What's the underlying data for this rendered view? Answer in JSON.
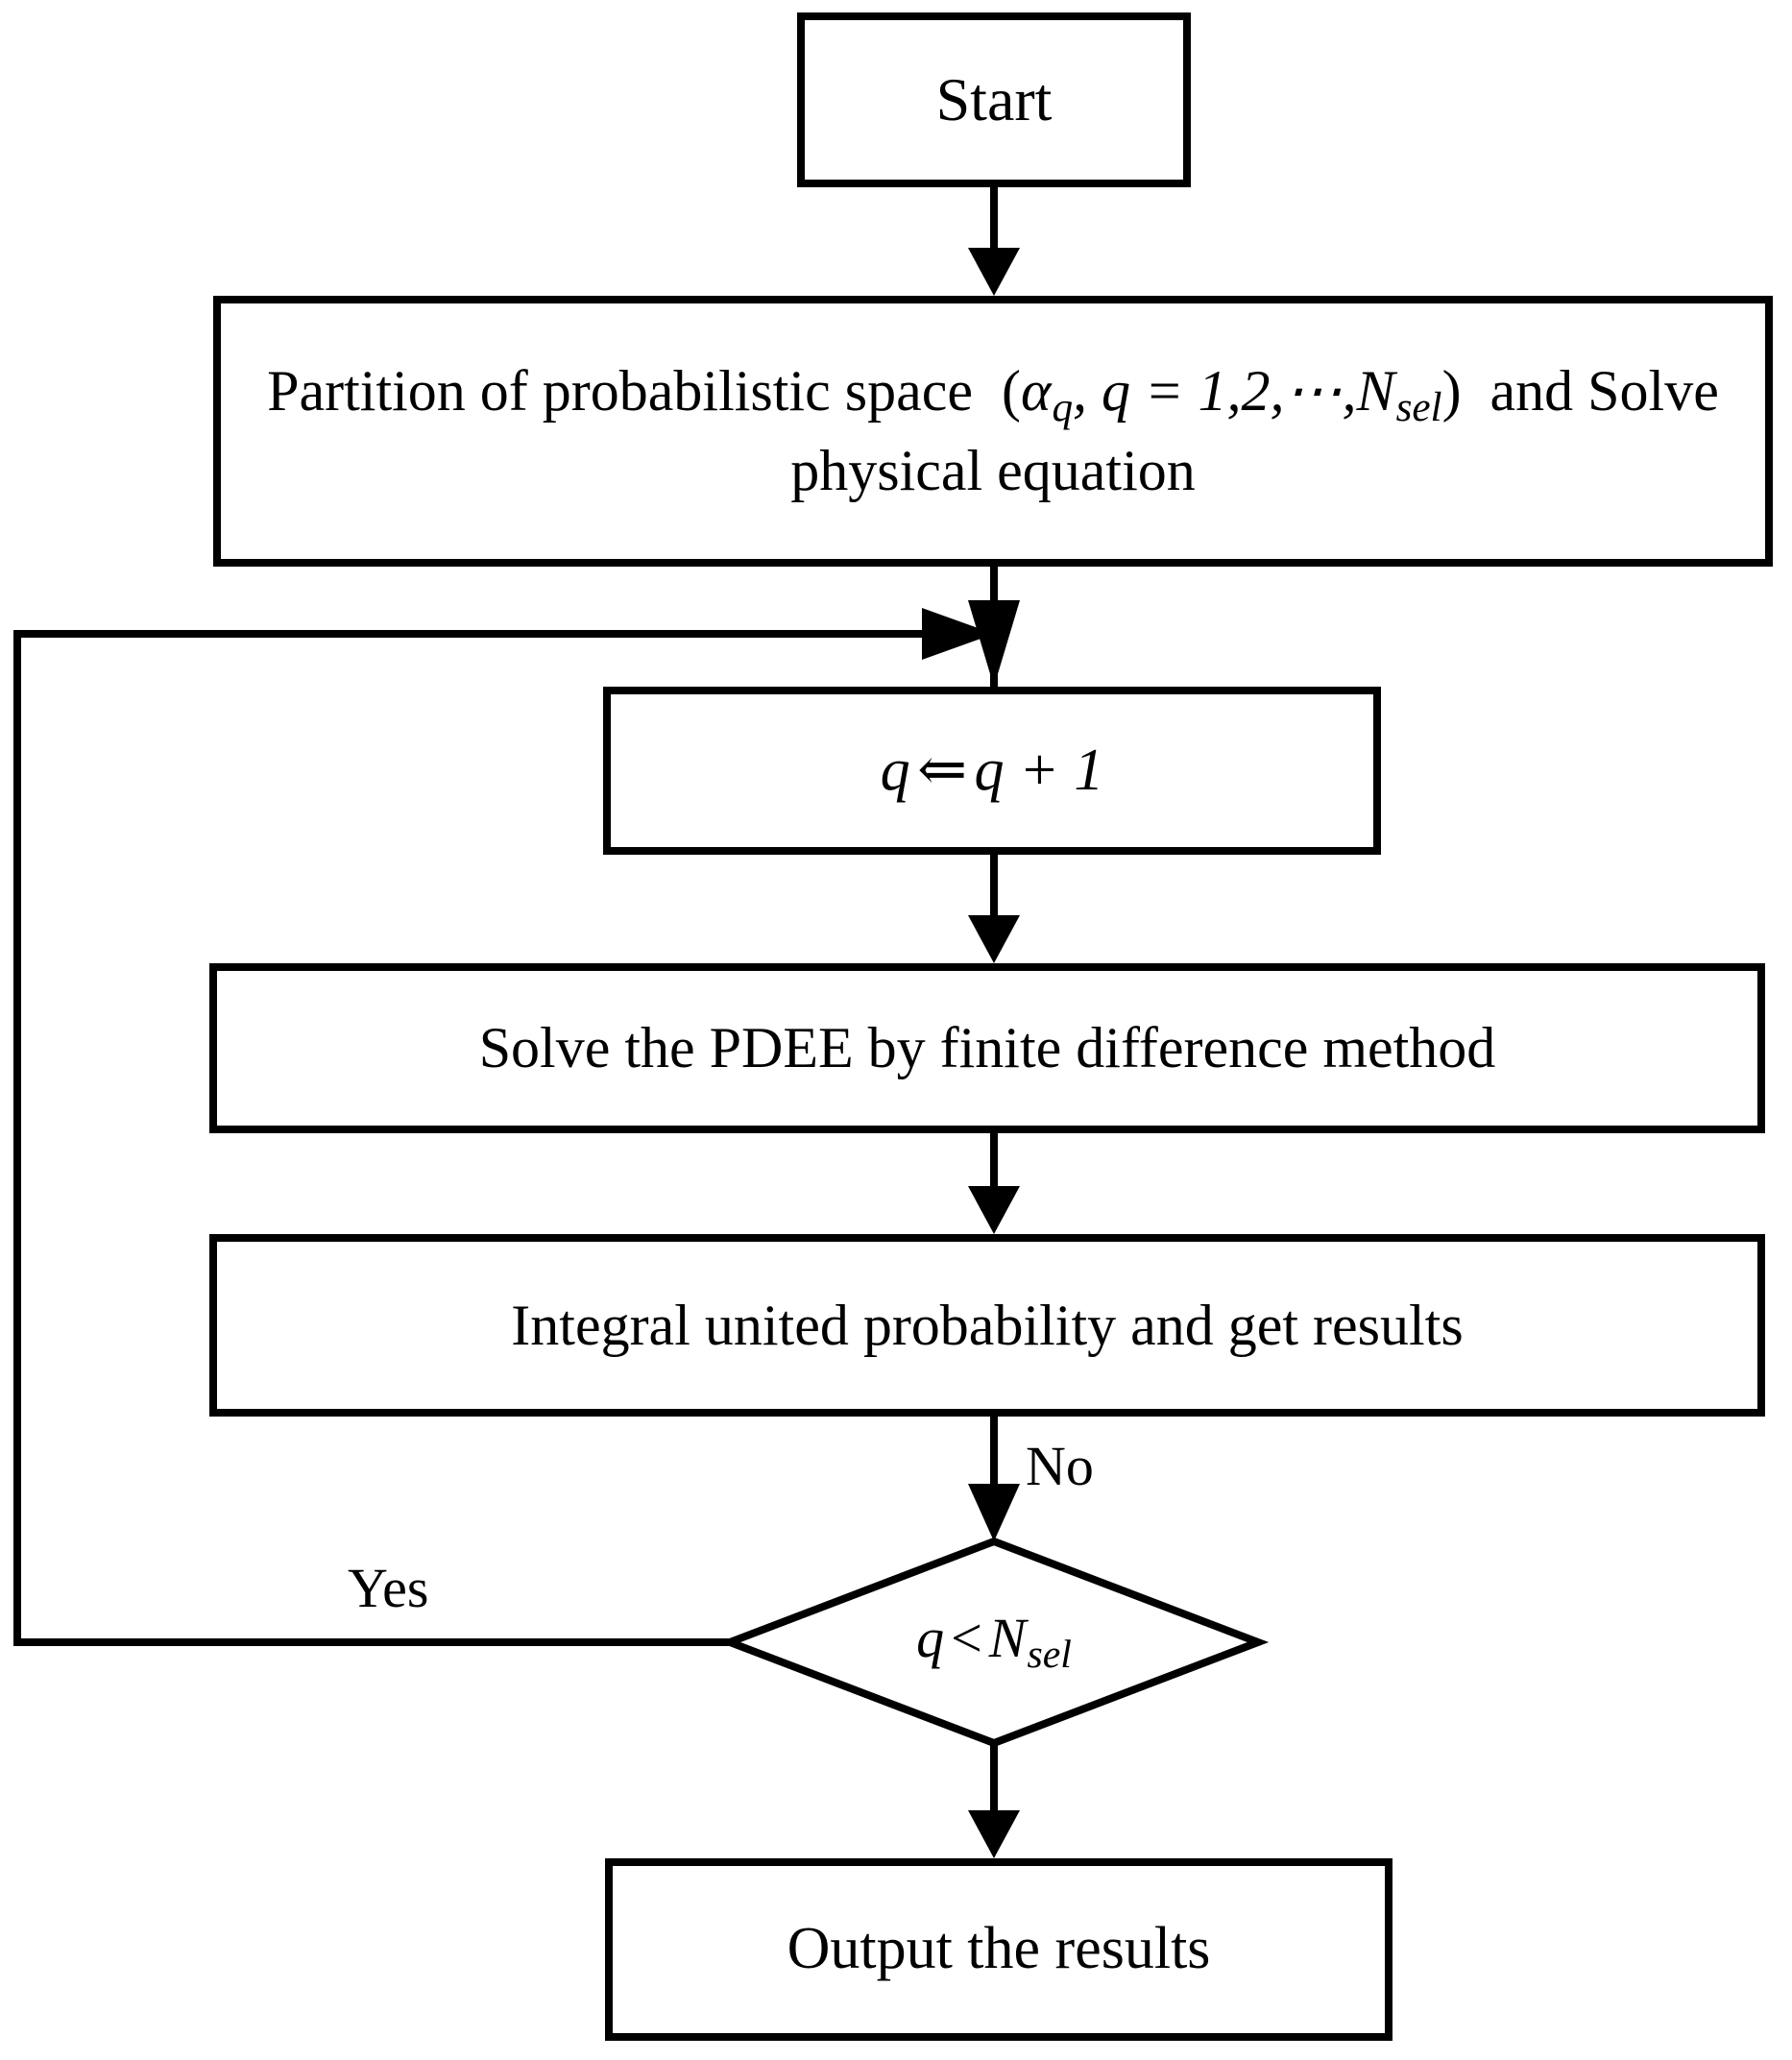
{
  "diagram": {
    "title": "PDEE solution procedure flowchart",
    "background_color": "#ffffff",
    "line_color": "#000000",
    "nodes": {
      "start": {
        "shape": "rectangle",
        "label": "Start"
      },
      "partition": {
        "shape": "rectangle",
        "label": "Partition of probabilistic space (αq, q = 1,2,⋯, Nsel) and Solve physical equation",
        "line1_prefix": "Partition of probabilistic space",
        "line1_math_open": "(",
        "line1_math_var": "α",
        "line1_math_sub": "q",
        "line1_math_rest": ", q =",
        "line2_math": "1,2,⋯,",
        "line2_math_var": "N",
        "line2_math_sub": "sel",
        "line2_math_close": ")",
        "line2_suffix": "and Solve physical equation"
      },
      "increment": {
        "shape": "rectangle",
        "label": "q ⇐ q + 1",
        "lhs": "q",
        "operator": "⇐",
        "rhs": "q + 1"
      },
      "solve_pdee": {
        "shape": "rectangle",
        "label": "Solve the PDEE by finite difference method"
      },
      "integral": {
        "shape": "rectangle",
        "label": "Integral united probability and get results"
      },
      "decision": {
        "shape": "diamond",
        "label": "q < Nsel",
        "lhs": "q",
        "operator": "<",
        "rhs_var": "N",
        "rhs_sub": "sel"
      },
      "output": {
        "shape": "rectangle",
        "label": "Output the results"
      }
    },
    "edge_labels": {
      "no": "No",
      "yes": "Yes"
    },
    "edges": [
      {
        "from": "start",
        "to": "partition",
        "label": ""
      },
      {
        "from": "partition",
        "to": "increment",
        "label": ""
      },
      {
        "from": "increment",
        "to": "solve_pdee",
        "label": ""
      },
      {
        "from": "solve_pdee",
        "to": "integral",
        "label": ""
      },
      {
        "from": "integral",
        "to": "decision",
        "label": "No"
      },
      {
        "from": "decision",
        "to": "increment",
        "label": "Yes"
      },
      {
        "from": "decision",
        "to": "output",
        "label": ""
      }
    ]
  }
}
